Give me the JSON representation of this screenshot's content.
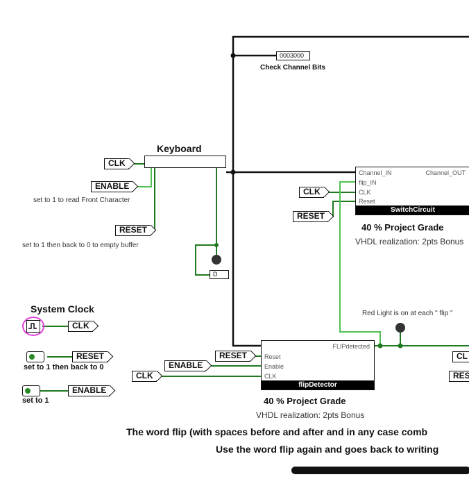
{
  "probe": {
    "value": "0003000",
    "label": "Check Channel Bits"
  },
  "keyboard": {
    "title": "Keyboard"
  },
  "inputs": {
    "clk": "CLK",
    "enable": "ENABLE",
    "reset": "RESET",
    "enable_note": "set to 1 to read Front Character",
    "reset_note": "set to 1 then back to 0 to empty buffer"
  },
  "tty_label": "D",
  "system_clock": {
    "title": "System Clock",
    "clk": "CLK",
    "reset": "RESET",
    "reset_note": "set to 1 then back to 0",
    "enable": "ENABLE",
    "enable_note": "set to 1"
  },
  "switch_circuit": {
    "pins_left": [
      "Channel_IN",
      "flip_IN",
      "CLK",
      "Reset"
    ],
    "pin_right": "Channel_OUT",
    "name": "SwitchCircuit",
    "clk": "CLK",
    "reset": "RESET",
    "grade": "40 %  Project Grade",
    "bonus": "VHDL realization: 2pts Bonus"
  },
  "flip_detector": {
    "pins_left": [
      "Reset",
      "Enable",
      "CLK"
    ],
    "pin_right": "FLIPdetected",
    "name": "flipDetector",
    "reset": "RESET",
    "enable": "ENABLE",
    "clk": "CLK",
    "grade": "40 %  Project Grade",
    "bonus": "VHDL realization: 2pts Bonus"
  },
  "led_note": "Red Light is on at each \" flip \"",
  "right_partial": {
    "clk": "CL",
    "reset": "RES"
  },
  "notes": [
    "The word flip (with spaces before and after and in any case comb",
    "Use the word flip again and goes back to writing"
  ],
  "colors": {
    "wire_green": "#1f7a1f",
    "wire_light_green": "#4fc04f",
    "wire_black": "#111111",
    "clock_ring": "#e040d8"
  }
}
